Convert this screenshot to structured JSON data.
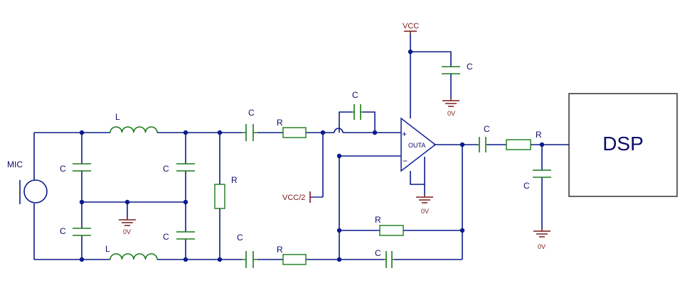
{
  "labels": {
    "mic": "MIC",
    "vcc": "VCC",
    "vcc_half": "VCC/2",
    "ground": "0V",
    "opamp": "OUTA",
    "plus": "+",
    "minus": "−",
    "dsp": "DSP"
  },
  "components": {
    "L_top": "L",
    "L_bottom": "L",
    "C_in_top": "C",
    "C_in_bottom": "C",
    "C_mid_top": "C",
    "C_mid_bottom": "C",
    "R_shunt": "R",
    "C_series_top": "C",
    "R_series_top": "R",
    "C_series_bottom": "C",
    "R_series_bottom": "R",
    "C_feedback_top": "C",
    "R_feedback": "R",
    "C_feedback_bottom": "C",
    "C_decouple": "C",
    "C_out": "C",
    "R_out": "R",
    "C_out_shunt": "C"
  },
  "colors": {
    "wire": "#0b1a8c",
    "component": "#1a7a1a",
    "power": "#7a1a1a"
  }
}
